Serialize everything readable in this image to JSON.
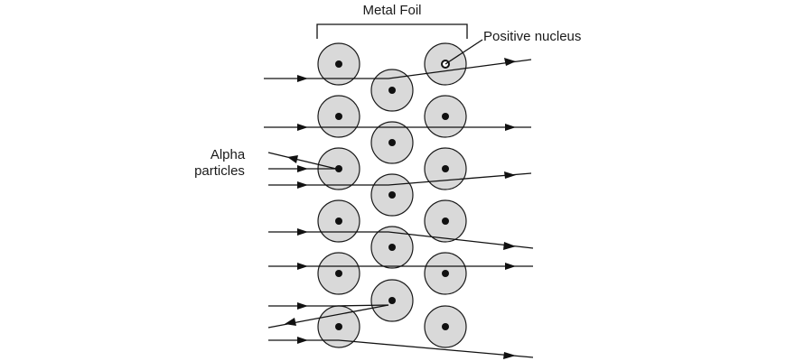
{
  "labels": {
    "foil": "Metal Foil",
    "nucleus": "Positive nucleus",
    "alpha_line1": "Alpha",
    "alpha_line2": "particles"
  }
}
